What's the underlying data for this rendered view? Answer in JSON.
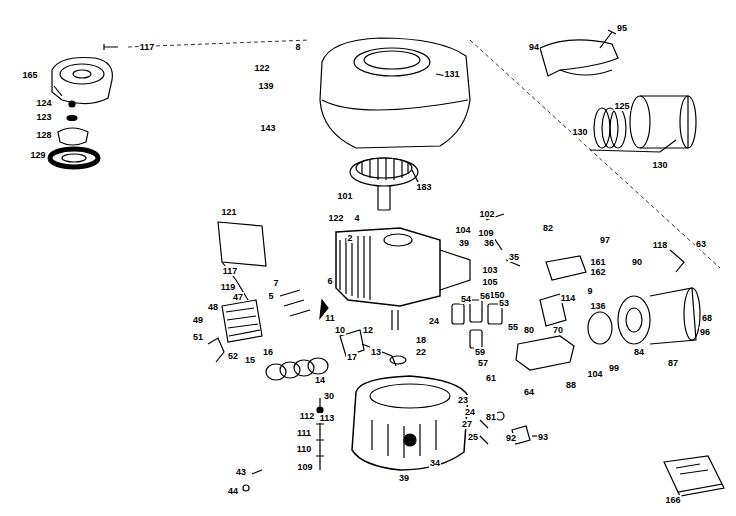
{
  "diagram": {
    "labels": [
      "117",
      "165",
      "124",
      "123",
      "128",
      "129",
      "8",
      "122",
      "139",
      "143",
      "131",
      "94",
      "95",
      "125",
      "130",
      "130",
      "183",
      "101",
      "122",
      "4",
      "121",
      "102",
      "104",
      "109",
      "39",
      "36",
      "35",
      "103",
      "105",
      "82",
      "97",
      "118",
      "63",
      "161",
      "162",
      "90",
      "2",
      "117",
      "119",
      "47",
      "48",
      "5",
      "7",
      "6",
      "150",
      "53",
      "114",
      "9",
      "136",
      "68",
      "96",
      "49",
      "51",
      "52",
      "15",
      "16",
      "11",
      "10",
      "12",
      "13",
      "17",
      "14",
      "18",
      "22",
      "24",
      "54",
      "56",
      "59",
      "57",
      "55",
      "80",
      "70",
      "61",
      "64",
      "99",
      "104",
      "88",
      "84",
      "87",
      "30",
      "23",
      "24",
      "112",
      "113",
      "27",
      "25",
      "111",
      "110",
      "81",
      "92",
      "93",
      "109",
      "34",
      "39",
      "43",
      "44",
      "166"
    ]
  }
}
